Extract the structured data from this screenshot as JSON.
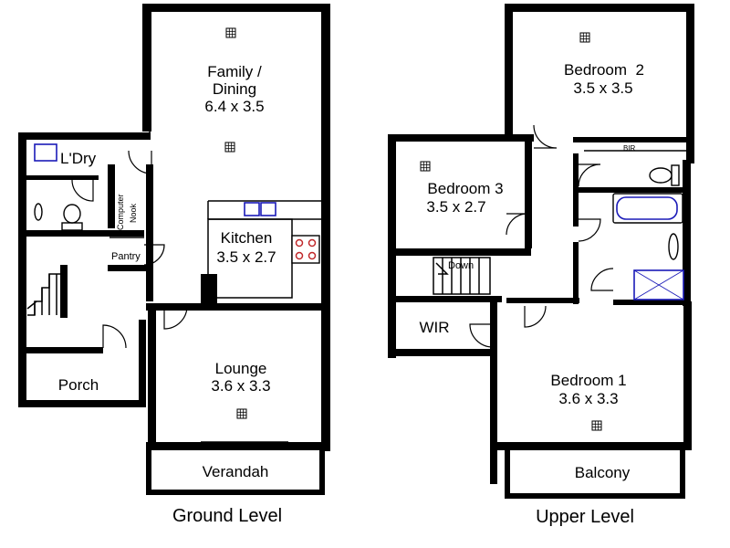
{
  "levels": {
    "ground": {
      "caption": "Ground Level",
      "rooms": {
        "family": {
          "name_line1": "Family /",
          "name_line2": "Dining",
          "size": "6.4 x 3.5"
        },
        "laundry": {
          "name": "L'Dry"
        },
        "computer_nook": {
          "name_line1": "Computer",
          "name_line2": "Nook"
        },
        "pantry": {
          "name": "Pantry"
        },
        "kitchen": {
          "name": "Kitchen",
          "size": "3.5 x 2.7"
        },
        "lounge": {
          "name": "Lounge",
          "size": "3.6 x 3.3"
        },
        "porch": {
          "name": "Porch"
        },
        "verandah": {
          "name": "Verandah"
        }
      }
    },
    "upper": {
      "caption": "Upper Level",
      "rooms": {
        "bedroom2": {
          "name": "Bedroom  2",
          "size": "3.5 x 3.5"
        },
        "bir": {
          "name": "BIR"
        },
        "bedroom3": {
          "name": "Bedroom 3",
          "size": "3.5 x 2.7"
        },
        "stairs": {
          "label": "Down"
        },
        "wir": {
          "name": "WIR"
        },
        "bedroom1": {
          "name": "Bedroom 1",
          "size": "3.6 x 3.3"
        },
        "balcony": {
          "name": "Balcony"
        }
      }
    }
  },
  "icons": {
    "light_fitting": "grid-square-icon",
    "stove": "cooktop-icon",
    "sink": "sink-icon",
    "toilet": "toilet-icon",
    "bath": "bath-icon",
    "shower": "shower-icon",
    "washing_machine": "washing-machine-icon"
  },
  "colors": {
    "walls": "#000000",
    "background": "#ffffff",
    "cooktop_burners": "#c0282a",
    "fixture_accent": "#1a1ab8"
  }
}
